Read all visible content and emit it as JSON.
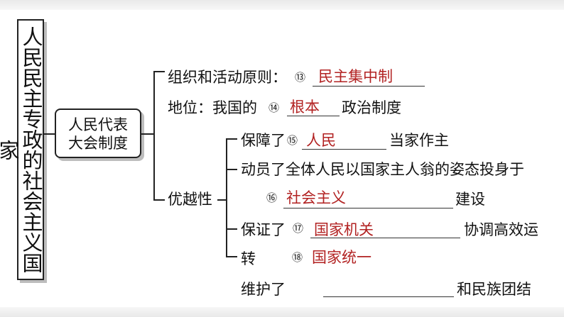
{
  "main_topic": "人民民主专政的社会主义国家",
  "node": {
    "line1": "人民代表",
    "line2": "大会制度"
  },
  "branches": {
    "principle": {
      "label": "组织和活动原则：",
      "num": "⑬",
      "answer": "民主集中制"
    },
    "status": {
      "prefix": "地位：我国的",
      "num": "⑭",
      "answer": "根本",
      "suffix": "政治制度"
    },
    "superiority": {
      "label": "优越性"
    }
  },
  "items": {
    "i15": {
      "prefix": "保障了",
      "num": "⑮",
      "answer": "人民",
      "suffix": "当家作主"
    },
    "i16": {
      "line1": "动员了全体人民以国家主人翁的姿态投身于",
      "num": "⑯",
      "answer": "社会主义",
      "suffix": "建设"
    },
    "i17": {
      "prefix": "保证了",
      "num": "⑰",
      "answer": "国家机关",
      "suffix": "协调高效运"
    },
    "i18": {
      "prefix": "转",
      "num": "⑱",
      "answer": "国家统一"
    },
    "i19": {
      "prefix": "维护了",
      "suffix": "和民族团结"
    }
  }
}
